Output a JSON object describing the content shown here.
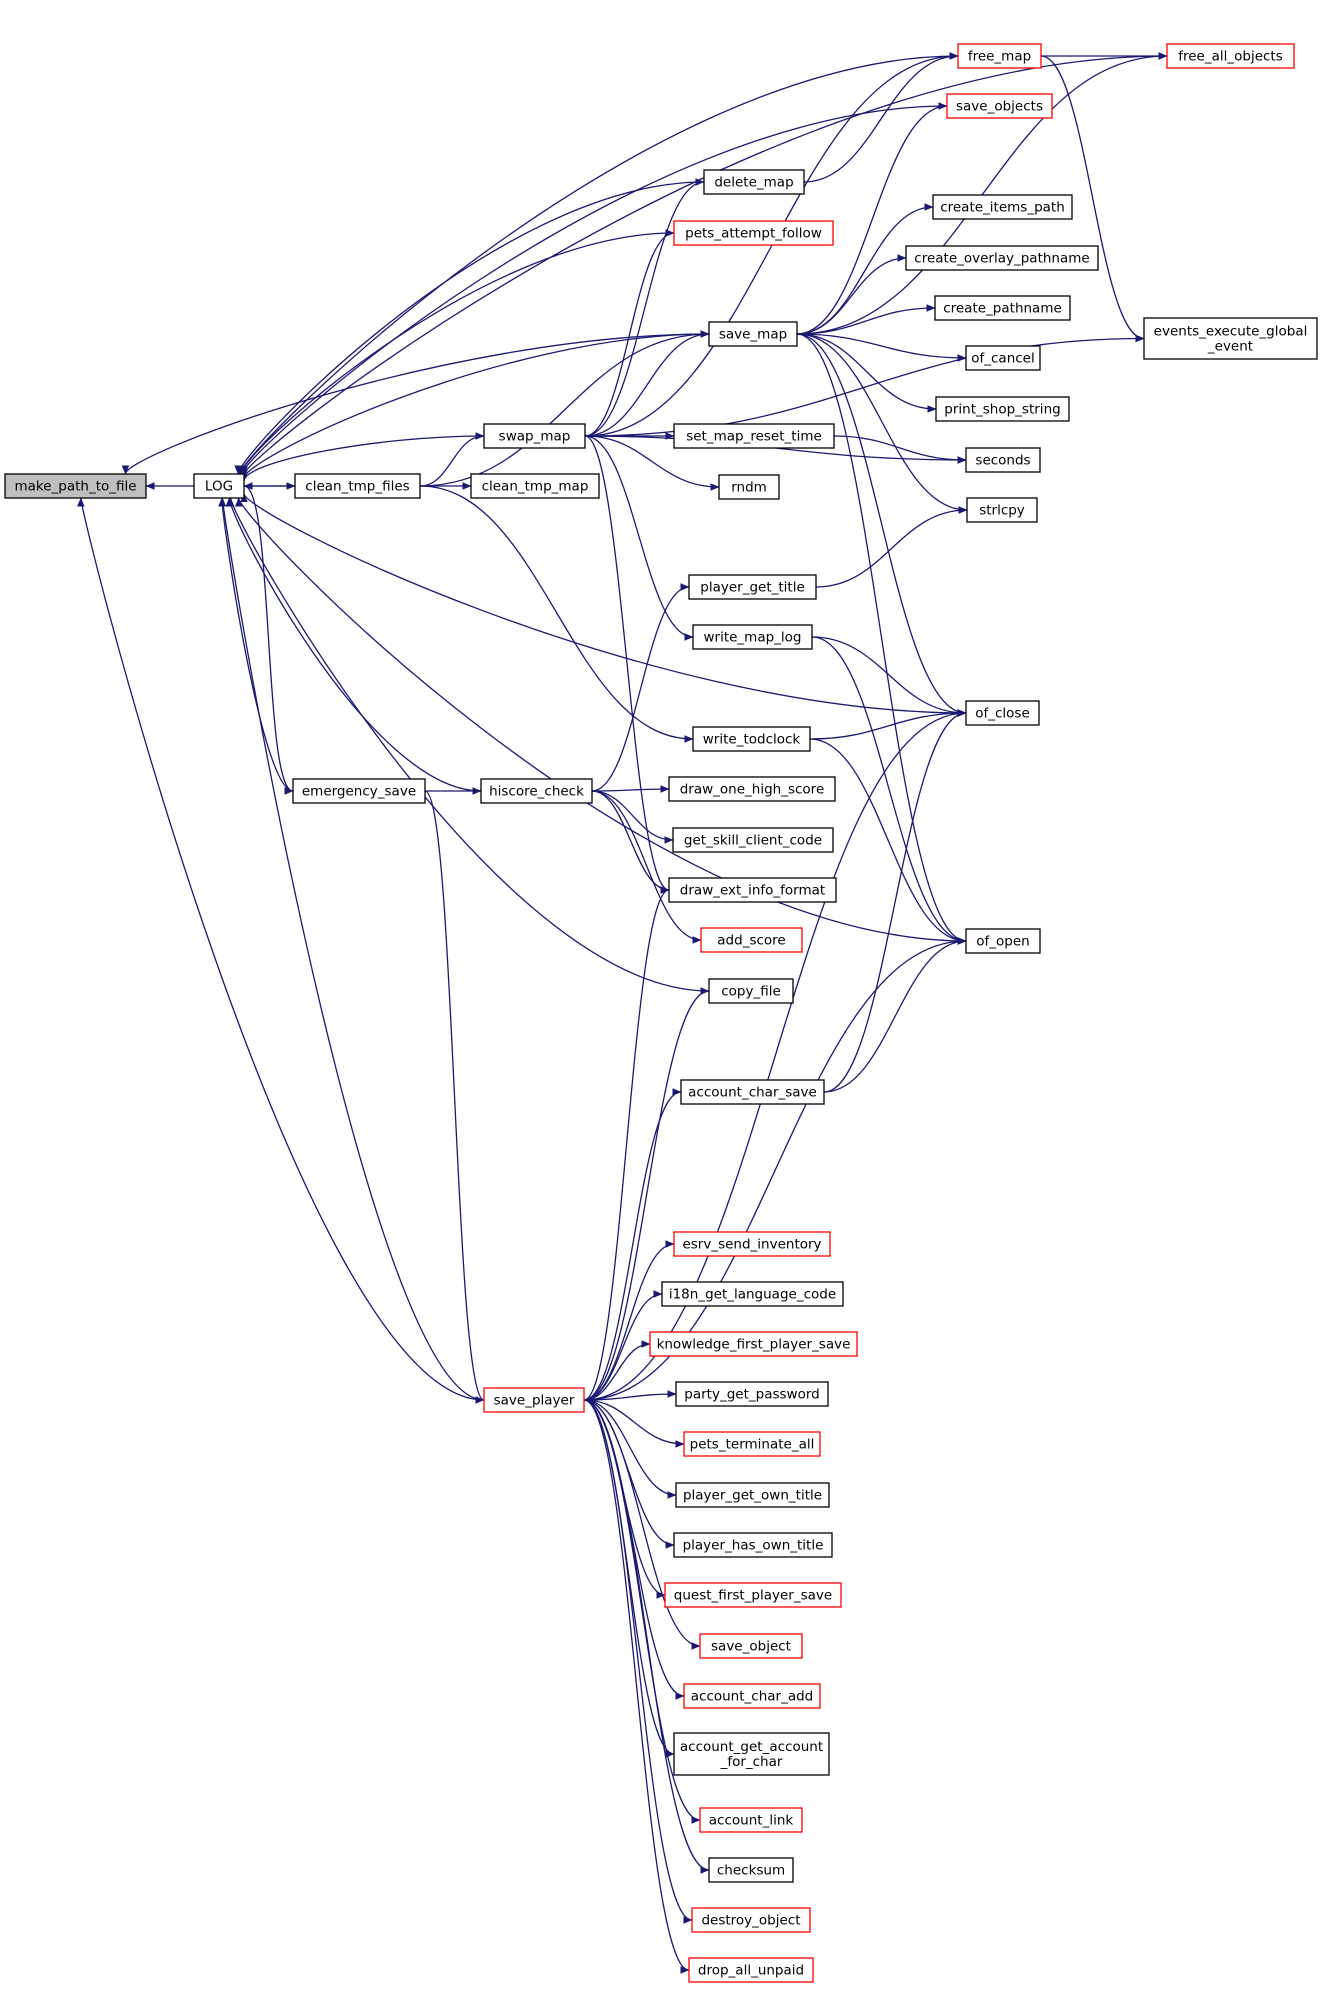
{
  "colors": {
    "edge": "#191970",
    "node_border": "#000000",
    "node_border_highlight": "#ff0000",
    "root_fill": "#bfbfbf",
    "node_fill": "#ffffff"
  },
  "nodes": [
    {
      "id": "make_path_to_file",
      "label": [
        "make_path_to_file"
      ],
      "style": "root"
    },
    {
      "id": "LOG",
      "label": [
        "LOG"
      ],
      "style": "normal"
    },
    {
      "id": "clean_tmp_files",
      "label": [
        "clean_tmp_files"
      ],
      "style": "normal"
    },
    {
      "id": "clean_tmp_map",
      "label": [
        "clean_tmp_map"
      ],
      "style": "normal"
    },
    {
      "id": "swap_map",
      "label": [
        "swap_map"
      ],
      "style": "normal"
    },
    {
      "id": "emergency_save",
      "label": [
        "emergency_save"
      ],
      "style": "normal"
    },
    {
      "id": "hiscore_check",
      "label": [
        "hiscore_check"
      ],
      "style": "normal"
    },
    {
      "id": "save_player",
      "label": [
        "save_player"
      ],
      "style": "red"
    },
    {
      "id": "free_map",
      "label": [
        "free_map"
      ],
      "style": "red"
    },
    {
      "id": "save_objects",
      "label": [
        "save_objects"
      ],
      "style": "red"
    },
    {
      "id": "delete_map",
      "label": [
        "delete_map"
      ],
      "style": "normal"
    },
    {
      "id": "pets_attempt_follow",
      "label": [
        "pets_attempt_follow"
      ],
      "style": "red"
    },
    {
      "id": "save_map",
      "label": [
        "save_map"
      ],
      "style": "normal"
    },
    {
      "id": "set_map_reset_time",
      "label": [
        "set_map_reset_time"
      ],
      "style": "normal"
    },
    {
      "id": "rndm",
      "label": [
        "rndm"
      ],
      "style": "normal"
    },
    {
      "id": "player_get_title",
      "label": [
        "player_get_title"
      ],
      "style": "normal"
    },
    {
      "id": "write_map_log",
      "label": [
        "write_map_log"
      ],
      "style": "normal"
    },
    {
      "id": "write_todclock",
      "label": [
        "write_todclock"
      ],
      "style": "normal"
    },
    {
      "id": "draw_one_high_score",
      "label": [
        "draw_one_high_score"
      ],
      "style": "normal"
    },
    {
      "id": "get_skill_client_code",
      "label": [
        "get_skill_client_code"
      ],
      "style": "normal"
    },
    {
      "id": "draw_ext_info_format",
      "label": [
        "draw_ext_info_format"
      ],
      "style": "normal"
    },
    {
      "id": "add_score",
      "label": [
        "add_score"
      ],
      "style": "red"
    },
    {
      "id": "copy_file",
      "label": [
        "copy_file"
      ],
      "style": "normal"
    },
    {
      "id": "account_char_save",
      "label": [
        "account_char_save"
      ],
      "style": "normal"
    },
    {
      "id": "esrv_send_inventory",
      "label": [
        "esrv_send_inventory"
      ],
      "style": "red"
    },
    {
      "id": "i18n_get_language_code",
      "label": [
        "i18n_get_language_code"
      ],
      "style": "normal"
    },
    {
      "id": "knowledge_first_player_save",
      "label": [
        "knowledge_first_player_save"
      ],
      "style": "red"
    },
    {
      "id": "party_get_password",
      "label": [
        "party_get_password"
      ],
      "style": "normal"
    },
    {
      "id": "pets_terminate_all",
      "label": [
        "pets_terminate_all"
      ],
      "style": "red"
    },
    {
      "id": "player_get_own_title",
      "label": [
        "player_get_own_title"
      ],
      "style": "normal"
    },
    {
      "id": "player_has_own_title",
      "label": [
        "player_has_own_title"
      ],
      "style": "normal"
    },
    {
      "id": "quest_first_player_save",
      "label": [
        "quest_first_player_save"
      ],
      "style": "red"
    },
    {
      "id": "save_object",
      "label": [
        "save_object"
      ],
      "style": "red"
    },
    {
      "id": "account_char_add",
      "label": [
        "account_char_add"
      ],
      "style": "red"
    },
    {
      "id": "account_get_account_for_char",
      "label": [
        "account_get_account",
        "_for_char"
      ],
      "style": "normal"
    },
    {
      "id": "account_link",
      "label": [
        "account_link"
      ],
      "style": "red"
    },
    {
      "id": "checksum",
      "label": [
        "checksum"
      ],
      "style": "normal"
    },
    {
      "id": "destroy_object",
      "label": [
        "destroy_object"
      ],
      "style": "red"
    },
    {
      "id": "drop_all_unpaid",
      "label": [
        "drop_all_unpaid"
      ],
      "style": "red"
    },
    {
      "id": "free_all_objects",
      "label": [
        "free_all_objects"
      ],
      "style": "red"
    },
    {
      "id": "create_items_path",
      "label": [
        "create_items_path"
      ],
      "style": "normal"
    },
    {
      "id": "create_overlay_pathname",
      "label": [
        "create_overlay_pathname"
      ],
      "style": "normal"
    },
    {
      "id": "create_pathname",
      "label": [
        "create_pathname"
      ],
      "style": "normal"
    },
    {
      "id": "of_cancel",
      "label": [
        "of_cancel"
      ],
      "style": "normal"
    },
    {
      "id": "print_shop_string",
      "label": [
        "print_shop_string"
      ],
      "style": "normal"
    },
    {
      "id": "seconds",
      "label": [
        "seconds"
      ],
      "style": "normal"
    },
    {
      "id": "strlcpy",
      "label": [
        "strlcpy"
      ],
      "style": "normal"
    },
    {
      "id": "of_close",
      "label": [
        "of_close"
      ],
      "style": "normal"
    },
    {
      "id": "of_open",
      "label": [
        "of_open"
      ],
      "style": "normal"
    },
    {
      "id": "events_execute_global_event",
      "label": [
        "events_execute_global",
        "_event"
      ],
      "style": "normal"
    }
  ],
  "edges": [
    [
      "LOG",
      "make_path_to_file"
    ],
    [
      "save_map",
      "make_path_to_file"
    ],
    [
      "save_player",
      "make_path_to_file"
    ],
    [
      "clean_tmp_files",
      "LOG"
    ],
    [
      "swap_map",
      "LOG"
    ],
    [
      "emergency_save",
      "LOG"
    ],
    [
      "hiscore_check",
      "LOG"
    ],
    [
      "save_player",
      "LOG"
    ],
    [
      "free_map",
      "LOG"
    ],
    [
      "free_all_objects",
      "LOG"
    ],
    [
      "save_objects",
      "LOG"
    ],
    [
      "delete_map",
      "LOG"
    ],
    [
      "pets_attempt_follow",
      "LOG"
    ],
    [
      "save_map",
      "LOG"
    ],
    [
      "of_close",
      "LOG"
    ],
    [
      "copy_file",
      "LOG"
    ],
    [
      "of_open",
      "LOG"
    ],
    [
      "LOG",
      "clean_tmp_files"
    ],
    [
      "LOG",
      "emergency_save"
    ],
    [
      "clean_tmp_files",
      "clean_tmp_map"
    ],
    [
      "clean_tmp_files",
      "swap_map"
    ],
    [
      "clean_tmp_files",
      "save_map"
    ],
    [
      "clean_tmp_files",
      "write_todclock"
    ],
    [
      "swap_map",
      "delete_map"
    ],
    [
      "swap_map",
      "pets_attempt_follow"
    ],
    [
      "swap_map",
      "save_map"
    ],
    [
      "swap_map",
      "set_map_reset_time"
    ],
    [
      "swap_map",
      "rndm"
    ],
    [
      "swap_map",
      "seconds"
    ],
    [
      "swap_map",
      "write_map_log"
    ],
    [
      "swap_map",
      "draw_ext_info_format"
    ],
    [
      "swap_map",
      "events_execute_global_event"
    ],
    [
      "swap_map",
      "free_map"
    ],
    [
      "emergency_save",
      "hiscore_check"
    ],
    [
      "emergency_save",
      "save_player"
    ],
    [
      "hiscore_check",
      "player_get_title"
    ],
    [
      "hiscore_check",
      "draw_one_high_score"
    ],
    [
      "hiscore_check",
      "get_skill_client_code"
    ],
    [
      "hiscore_check",
      "draw_ext_info_format"
    ],
    [
      "hiscore_check",
      "add_score"
    ],
    [
      "delete_map",
      "free_map"
    ],
    [
      "free_map",
      "free_all_objects"
    ],
    [
      "free_map",
      "events_execute_global_event"
    ],
    [
      "save_map",
      "save_objects"
    ],
    [
      "save_map",
      "free_all_objects"
    ],
    [
      "save_map",
      "create_items_path"
    ],
    [
      "save_map",
      "create_overlay_pathname"
    ],
    [
      "save_map",
      "create_pathname"
    ],
    [
      "save_map",
      "of_cancel"
    ],
    [
      "save_map",
      "print_shop_string"
    ],
    [
      "save_map",
      "strlcpy"
    ],
    [
      "save_map",
      "of_close"
    ],
    [
      "save_map",
      "of_open"
    ],
    [
      "set_map_reset_time",
      "seconds"
    ],
    [
      "player_get_title",
      "strlcpy"
    ],
    [
      "write_map_log",
      "of_close"
    ],
    [
      "write_map_log",
      "of_open"
    ],
    [
      "write_todclock",
      "of_close"
    ],
    [
      "write_todclock",
      "of_open"
    ],
    [
      "account_char_save",
      "of_close"
    ],
    [
      "account_char_save",
      "of_open"
    ],
    [
      "save_player",
      "draw_ext_info_format"
    ],
    [
      "save_player",
      "copy_file"
    ],
    [
      "save_player",
      "of_close"
    ],
    [
      "save_player",
      "of_open"
    ],
    [
      "save_player",
      "account_char_save"
    ],
    [
      "save_player",
      "esrv_send_inventory"
    ],
    [
      "save_player",
      "i18n_get_language_code"
    ],
    [
      "save_player",
      "knowledge_first_player_save"
    ],
    [
      "save_player",
      "party_get_password"
    ],
    [
      "save_player",
      "pets_terminate_all"
    ],
    [
      "save_player",
      "player_get_own_title"
    ],
    [
      "save_player",
      "player_has_own_title"
    ],
    [
      "save_player",
      "quest_first_player_save"
    ],
    [
      "save_player",
      "save_object"
    ],
    [
      "save_player",
      "account_char_add"
    ],
    [
      "save_player",
      "account_get_account_for_char"
    ],
    [
      "save_player",
      "account_link"
    ],
    [
      "save_player",
      "checksum"
    ],
    [
      "save_player",
      "destroy_object"
    ],
    [
      "save_player",
      "drop_all_unpaid"
    ]
  ]
}
